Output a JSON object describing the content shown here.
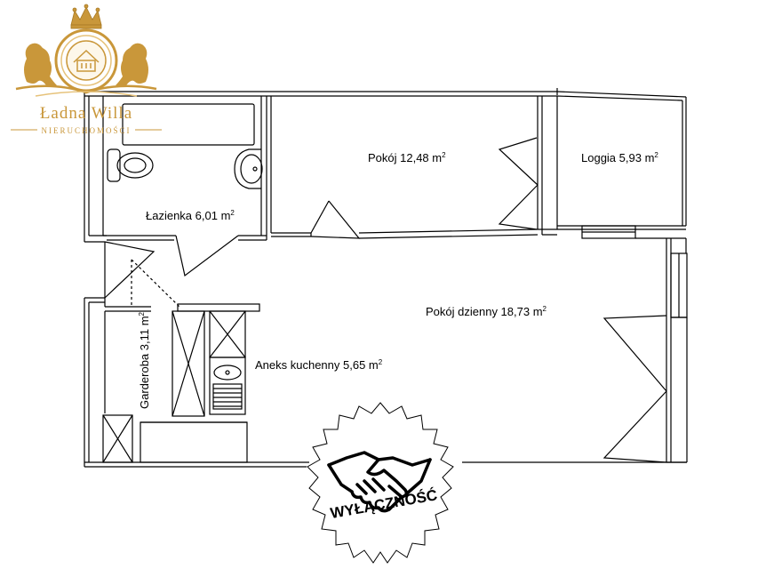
{
  "logo": {
    "name": "Ładna Willa",
    "tagline": "NIERUCHOMOŚCI",
    "gold": "#c9973a",
    "gold_light": "#e6c27a"
  },
  "rooms": {
    "bathroom": {
      "label": "Łazienka 6,01 m",
      "sup": "2"
    },
    "bedroom": {
      "label": "Pokój 12,48 m",
      "sup": "2"
    },
    "loggia": {
      "label": "Loggia 5,93 m",
      "sup": "2"
    },
    "living": {
      "label": "Pokój dzienny 18,73 m",
      "sup": "2"
    },
    "kitchen": {
      "label": "Aneks kuchenny 5,65 m",
      "sup": "2"
    },
    "wardrobe": {
      "label": "Garderoba 3,11 m",
      "sup": "2"
    }
  },
  "badge": {
    "text": "WYŁĄCZNOŚĆ",
    "icon": "handshake-icon"
  },
  "colors": {
    "wall": "#000000",
    "gold": "#c9973a"
  }
}
